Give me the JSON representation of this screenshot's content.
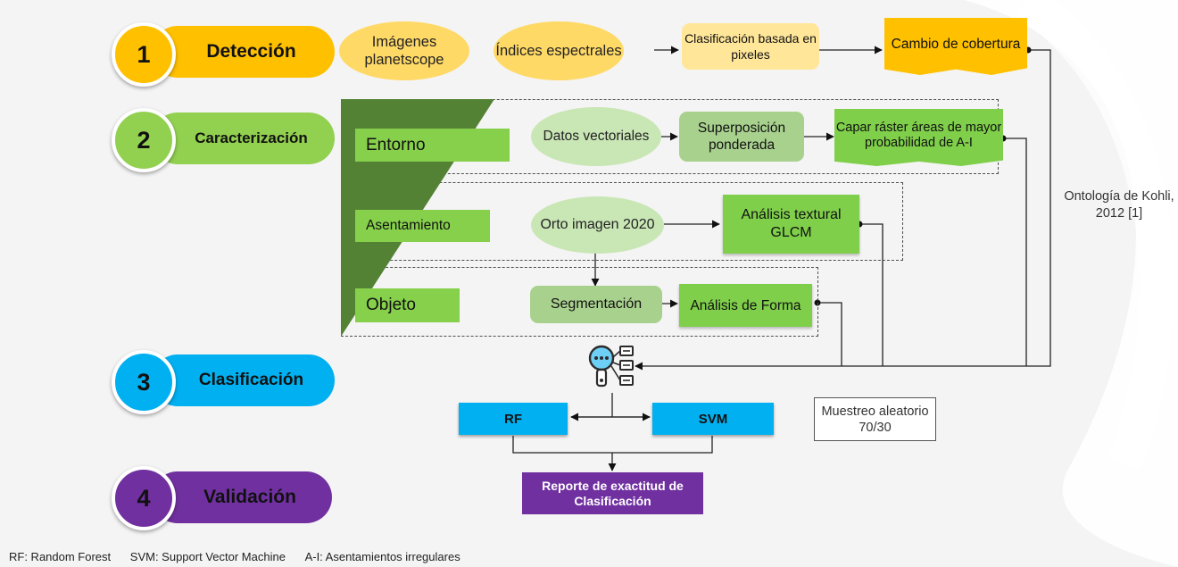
{
  "stages": [
    {
      "number": "1",
      "label": "Detección",
      "color": "#ffc000"
    },
    {
      "number": "2",
      "label": "Caracterización",
      "color": "#92d050"
    },
    {
      "number": "3",
      "label": "Clasificación",
      "color": "#00b0f0"
    },
    {
      "number": "4",
      "label": "Validación",
      "color": "#7030a0"
    }
  ],
  "detection": {
    "images": "Imágenes planetscope",
    "indices": "Índices espectrales",
    "pixel_classification": "Clasificación basada en pixeles",
    "coverage_change": "Cambio de cobertura"
  },
  "levels": {
    "entorno": "Entorno",
    "asentamiento": "Asentamiento",
    "objeto": "Objeto"
  },
  "characterization": {
    "vector_data": "Datos vectoriales",
    "weighted_overlay": "Superposición ponderada",
    "raster_layer": "Capar ráster áreas de mayor probabilidad de A-I",
    "ortho_image": "Orto imagen 2020",
    "glcm": "Análisis textural GLCM",
    "segmentation": "Segmentación",
    "shape_analysis": "Análisis de Forma"
  },
  "ontology": "Ontología de Kohli, 2012 [1]",
  "classification": {
    "rf": "RF",
    "svm": "SVM",
    "sampling": "Muestreo aleatorio 70/30",
    "icon": "search-analysis-icon"
  },
  "validation": {
    "report": "Reporte de exactitud de Clasificación"
  },
  "footnote": {
    "rf": "RF: Random Forest",
    "svm": "SVM: Support Vector Machine",
    "ai": "A-I: Asentamientos irregulares"
  }
}
